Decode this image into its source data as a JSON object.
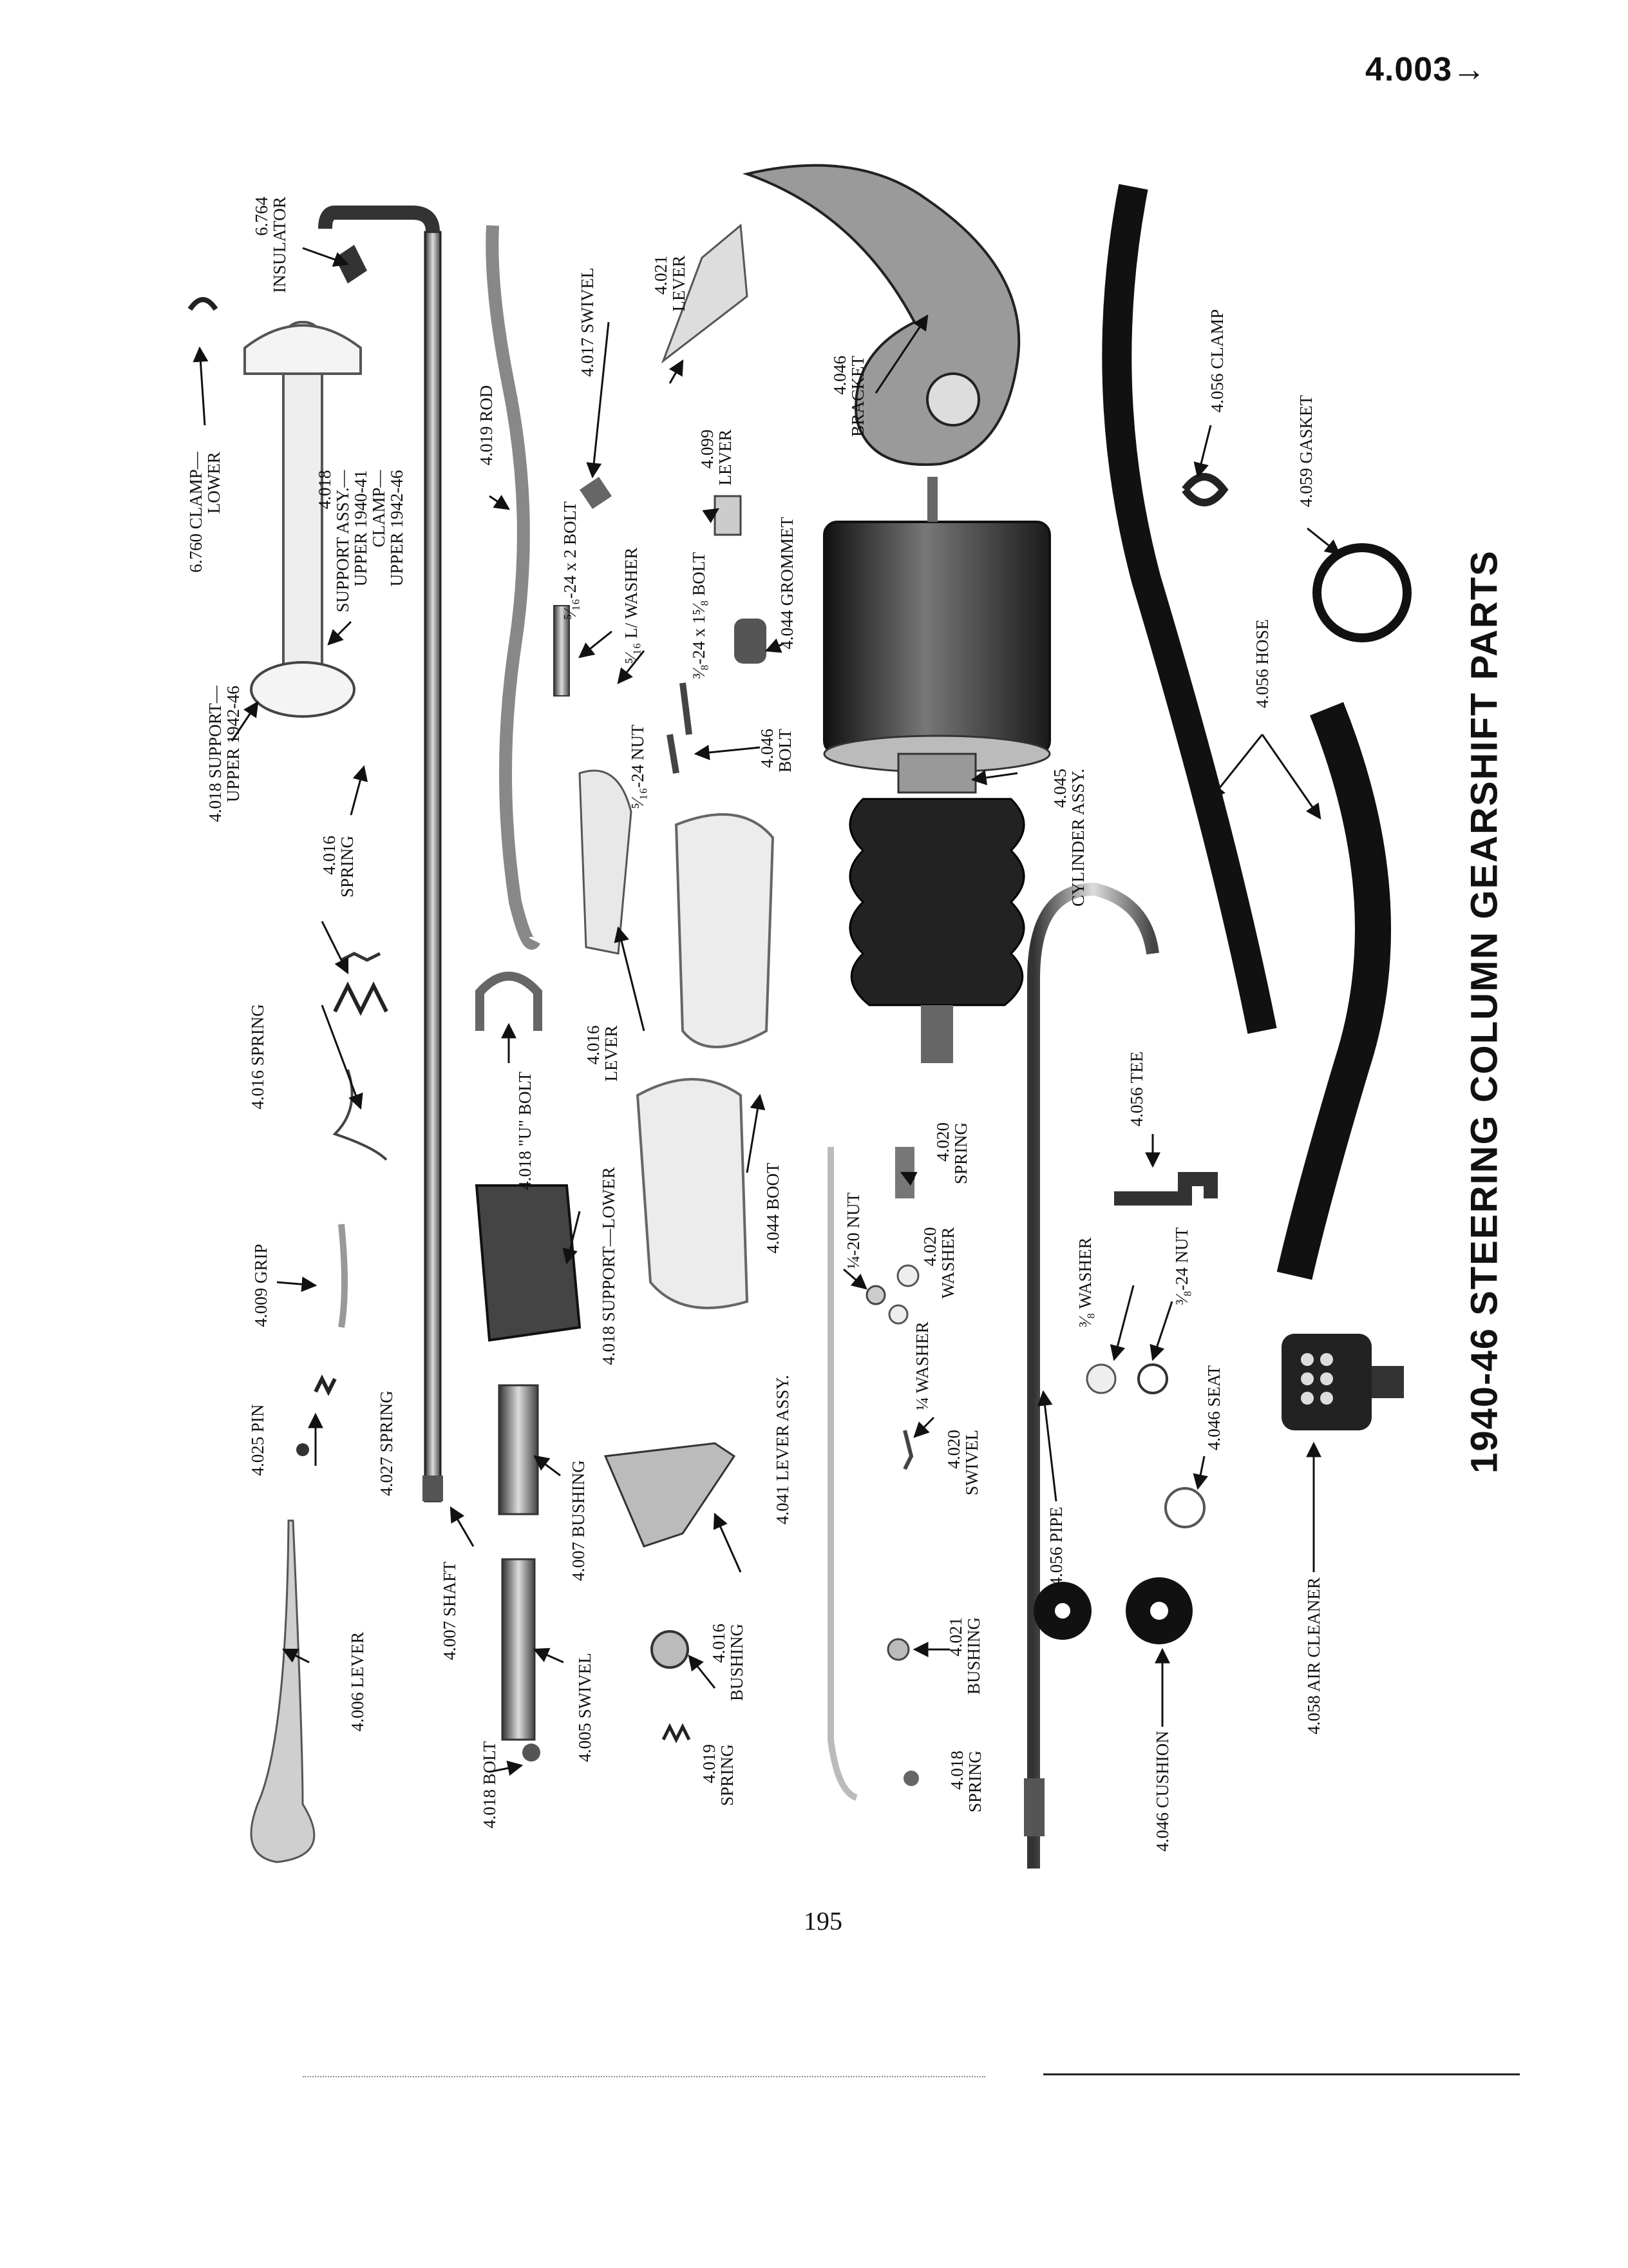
{
  "header": {
    "page_code": "4.003→"
  },
  "title": "1940-46 STEERING COLUMN GEARSHIFT PARTS",
  "page_number": "195",
  "labels": {
    "clamp_lower": "6.760 CLAMP—\nLOWER",
    "insulator": "6.764\nINSULATOR",
    "support_assy": "4.018\nSUPPORT ASSY.—\nUPPER 1940-41\nCLAMP—\nUPPER 1942-46",
    "support_upper": "4.018 SUPPORT—\nUPPER 1942-46",
    "spring_4016_a": "4.016\nSPRING",
    "spring_4016_b": "4.016 SPRING",
    "grip": "4.009 GRIP",
    "pin": "4.025 PIN",
    "spring_4027": "4.027 SPRING",
    "lever_4006": "4.006 LEVER",
    "shaft": "4.007 SHAFT",
    "rod": "4.019 ROD",
    "u_bolt": "4.018 \"U\" BOLT",
    "support_lower": "4.018 SUPPORT—LOWER",
    "bushing_4007": "4.007 BUSHING",
    "swivel_4005": "4.005 SWIVEL",
    "bolt_4018": "4.018 BOLT",
    "bolt_5_16": "⁵⁄₁₆-24 x 2 BOLT",
    "swivel_4017": "4.017 SWIVEL",
    "lever_4021": "4.021\nLEVER",
    "l_washer": "⁵⁄₁₆ L/ WASHER",
    "nut_5_16": "⁵⁄₁₆-24 NUT",
    "bolt_3_8": "³⁄₈-24 x 1⁵⁄₈ BOLT",
    "lever_4099": "4.099\nLEVER",
    "grommet": "4.044 GROMMET",
    "bolt_4046": "4.046\nBOLT",
    "lever_4016": "4.016\nLEVER",
    "boot": "4.044 BOOT",
    "lever_assy": "4.041 LEVER ASSY.",
    "bushing_4016": "4.016\nBUSHING",
    "spring_4019": "4.019\nSPRING",
    "bracket": "4.046\nBRACKET",
    "cylinder": "4.045\nCYLINDER ASSY.",
    "nut_1_4": "¼-20 NUT",
    "spring_4020": "4.020\nSPRING",
    "washer_4020": "4.020\nWASHER",
    "washer_1_4": "¼ WASHER",
    "swivel_4020": "4.020\nSWIVEL",
    "bushing_4021": "4.021\nBUSHING",
    "spring_4018": "4.018\nSPRING",
    "pipe": "4.056 PIPE",
    "tee": "4.056 TEE",
    "washer_3_8": "³⁄₈ WASHER",
    "nut_3_8": "³⁄₈-24 NUT",
    "seat": "4.046 SEAT",
    "cushion": "4.046 CUSHION",
    "clamp_4056": "4.056 CLAMP",
    "gasket": "4.059 GASKET",
    "hose": "4.056 HOSE",
    "air_cleaner": "4.058 AIR CLEANER"
  }
}
